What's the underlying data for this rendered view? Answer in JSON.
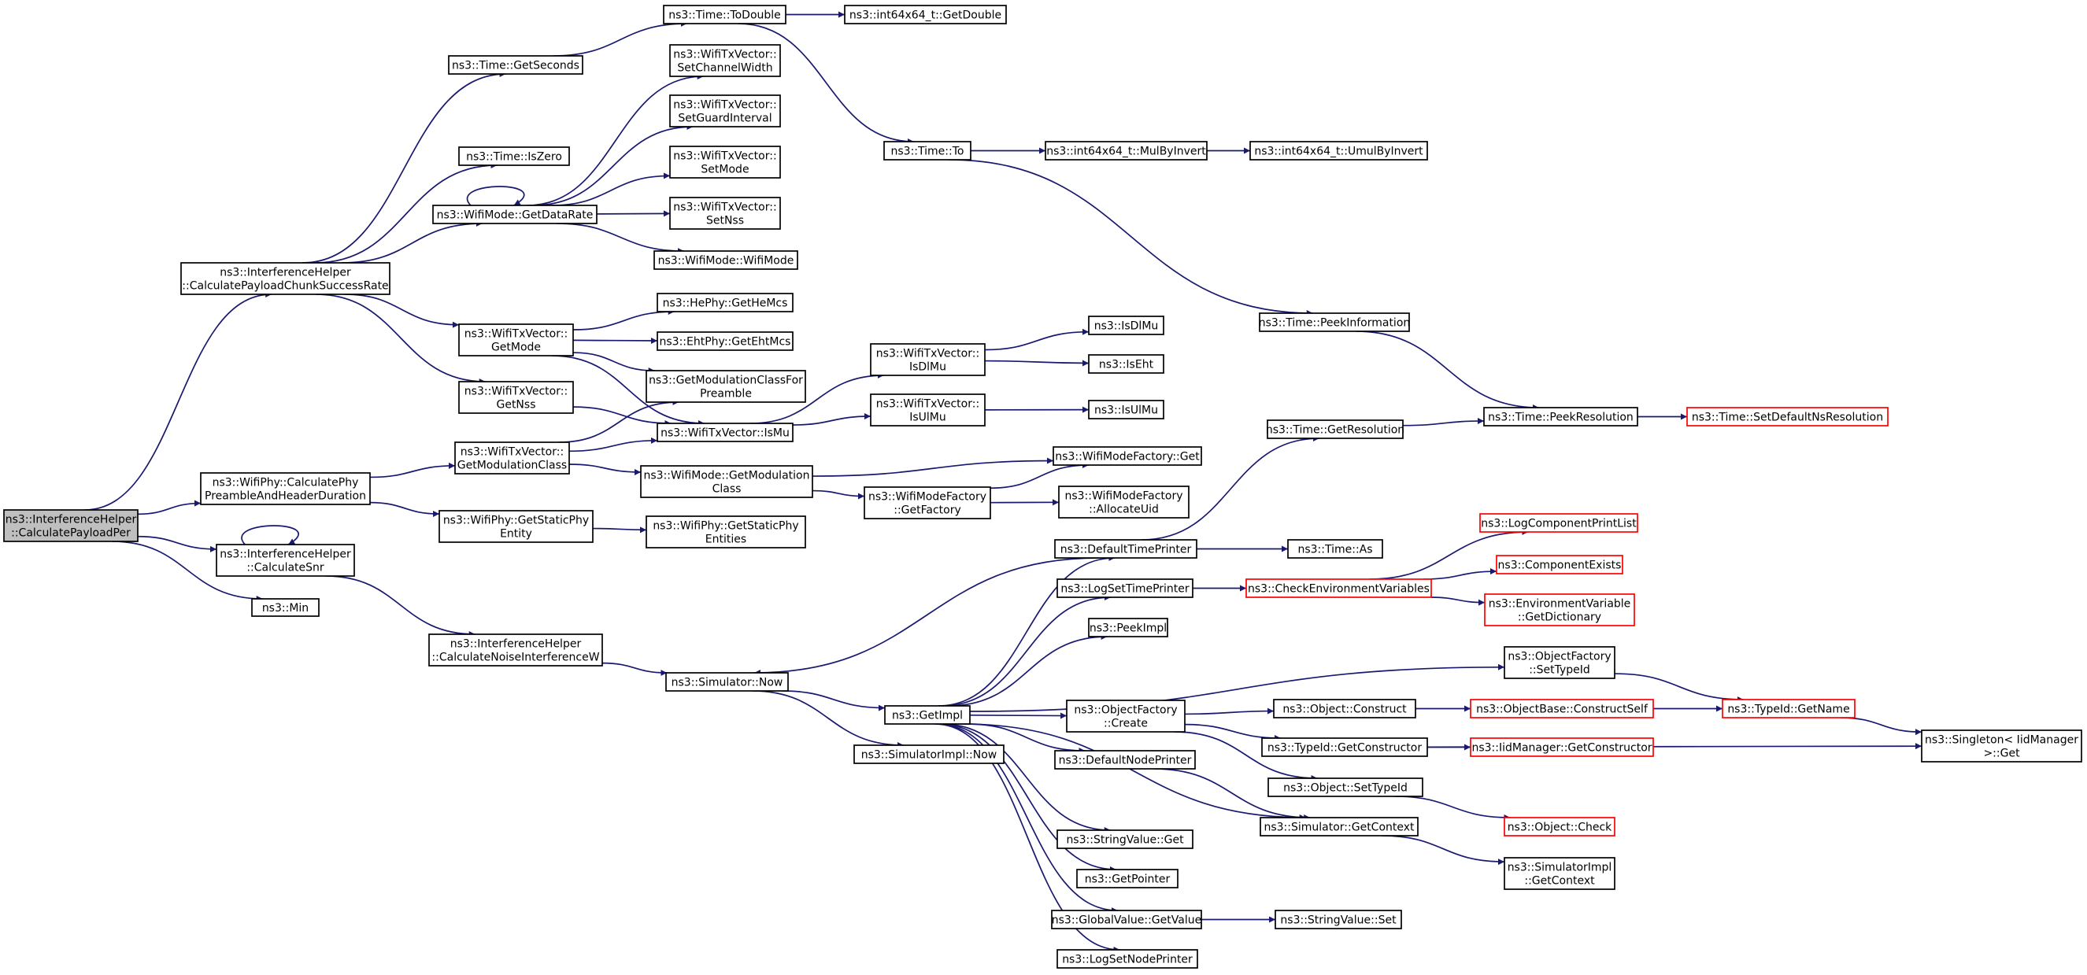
{
  "colors": {
    "edge": "#191970",
    "node_fill": "#ffffff",
    "node_border": "#000000",
    "root_fill": "#bfbfbf",
    "external_border": "#ff0000"
  },
  "nodes": [
    {
      "id": "root",
      "label": [
        "ns3::InterferenceHelper",
        "::CalculatePayloadPer"
      ],
      "kind": "root"
    },
    {
      "id": "chunk",
      "label": [
        "ns3::InterferenceHelper",
        "::CalculatePayloadChunkSuccessRate"
      ]
    },
    {
      "id": "phy",
      "label": [
        "ns3::WifiPhy::CalculatePhy",
        "PreambleAndHeaderDuration"
      ]
    },
    {
      "id": "snr",
      "label": [
        "ns3::InterferenceHelper",
        "::CalculateSnr"
      ]
    },
    {
      "id": "min",
      "label": [
        "ns3::Min"
      ]
    },
    {
      "id": "getseconds",
      "label": [
        "ns3::Time::GetSeconds"
      ]
    },
    {
      "id": "iszero",
      "label": [
        "ns3::Time::IsZero"
      ]
    },
    {
      "id": "datarate",
      "label": [
        "ns3::WifiMode::GetDataRate"
      ]
    },
    {
      "id": "getmode",
      "label": [
        "ns3::WifiTxVector::",
        "GetMode"
      ]
    },
    {
      "id": "getnss",
      "label": [
        "ns3::WifiTxVector::",
        "GetNss"
      ]
    },
    {
      "id": "getmodclass",
      "label": [
        "ns3::WifiTxVector::",
        "GetModulationClass"
      ]
    },
    {
      "id": "getstaticphy",
      "label": [
        "ns3::WifiPhy::GetStaticPhy",
        "Entity"
      ]
    },
    {
      "id": "noiseinterf",
      "label": [
        "ns3::InterferenceHelper",
        "::CalculateNoiseInterferenceW"
      ]
    },
    {
      "id": "todouble",
      "label": [
        "ns3::Time::ToDouble"
      ]
    },
    {
      "id": "setchw",
      "label": [
        "ns3::WifiTxVector::",
        "SetChannelWidth"
      ]
    },
    {
      "id": "setgi",
      "label": [
        "ns3::WifiTxVector::",
        "SetGuardInterval"
      ]
    },
    {
      "id": "setmode",
      "label": [
        "ns3::WifiTxVector::",
        "SetMode"
      ]
    },
    {
      "id": "setnss",
      "label": [
        "ns3::WifiTxVector::",
        "SetNss"
      ]
    },
    {
      "id": "wifimode",
      "label": [
        "ns3::WifiMode::WifiMode"
      ]
    },
    {
      "id": "hemcs",
      "label": [
        "ns3::HePhy::GetHeMcs"
      ]
    },
    {
      "id": "ehtmcs",
      "label": [
        "ns3::EhtPhy::GetEhtMcs"
      ]
    },
    {
      "id": "modclasspre",
      "label": [
        "ns3::GetModulationClassFor",
        "Preamble"
      ]
    },
    {
      "id": "ismu",
      "label": [
        "ns3::WifiTxVector::IsMu"
      ]
    },
    {
      "id": "modegetmod",
      "label": [
        "ns3::WifiMode::GetModulation",
        "Class"
      ]
    },
    {
      "id": "staticphyents",
      "label": [
        "ns3::WifiPhy::GetStaticPhy",
        "Entities"
      ]
    },
    {
      "id": "simnow",
      "label": [
        "ns3::Simulator::Now"
      ]
    },
    {
      "id": "int64getdouble",
      "label": [
        "ns3::int64x64_t::GetDouble"
      ]
    },
    {
      "id": "timeto",
      "label": [
        "ns3::Time::To"
      ]
    },
    {
      "id": "isdlmu",
      "label": [
        "ns3::WifiTxVector::",
        "IsDlMu"
      ]
    },
    {
      "id": "isulmu",
      "label": [
        "ns3::WifiTxVector::",
        "IsUlMu"
      ]
    },
    {
      "id": "factory",
      "label": [
        "ns3::WifiModeFactory",
        "::GetFactory"
      ]
    },
    {
      "id": "getimpl",
      "label": [
        "ns3::GetImpl"
      ]
    },
    {
      "id": "simimplnow",
      "label": [
        "ns3::SimulatorImpl::Now"
      ]
    },
    {
      "id": "mulbyinv",
      "label": [
        "ns3::int64x64_t::MulByInvert"
      ]
    },
    {
      "id": "umulbyinv",
      "label": [
        "ns3::int64x64_t::UmulByInvert"
      ]
    },
    {
      "id": "isdlmu2",
      "label": [
        "ns3::IsDlMu"
      ]
    },
    {
      "id": "iseht",
      "label": [
        "ns3::IsEht"
      ]
    },
    {
      "id": "isulmu2",
      "label": [
        "ns3::IsUlMu"
      ]
    },
    {
      "id": "factoryget",
      "label": [
        "ns3::WifiModeFactory::Get"
      ]
    },
    {
      "id": "alloc",
      "label": [
        "ns3::WifiModeFactory",
        "::AllocateUid"
      ]
    },
    {
      "id": "deftimeprinter",
      "label": [
        "ns3::DefaultTimePrinter"
      ]
    },
    {
      "id": "logsettime",
      "label": [
        "ns3::LogSetTimePrinter"
      ]
    },
    {
      "id": "peekimpl",
      "label": [
        "ns3::PeekImpl"
      ]
    },
    {
      "id": "objfactcreate",
      "label": [
        "ns3::ObjectFactory",
        "::Create"
      ]
    },
    {
      "id": "defnodeprinter",
      "label": [
        "ns3::DefaultNodePrinter"
      ]
    },
    {
      "id": "strvalget",
      "label": [
        "ns3::StringValue::Get"
      ]
    },
    {
      "id": "getpointer",
      "label": [
        "ns3::GetPointer"
      ]
    },
    {
      "id": "globalget",
      "label": [
        "ns3::GlobalValue::GetValue"
      ]
    },
    {
      "id": "logsetnode",
      "label": [
        "ns3::LogSetNodePrinter"
      ]
    },
    {
      "id": "peekinfo",
      "label": [
        "ns3::Time::PeekInformation"
      ]
    },
    {
      "id": "getres",
      "label": [
        "ns3::Time::GetResolution"
      ]
    },
    {
      "id": "timeas",
      "label": [
        "ns3::Time::As"
      ]
    },
    {
      "id": "checkenv",
      "label": [
        "ns3::CheckEnvironmentVariables"
      ],
      "kind": "ext"
    },
    {
      "id": "objconstruct",
      "label": [
        "ns3::Object::Construct"
      ]
    },
    {
      "id": "typeidgetctor",
      "label": [
        "ns3::TypeId::GetConstructor"
      ]
    },
    {
      "id": "objsettypeid",
      "label": [
        "ns3::Object::SetTypeId"
      ]
    },
    {
      "id": "simgetctx",
      "label": [
        "ns3::Simulator::GetContext"
      ]
    },
    {
      "id": "strvalset",
      "label": [
        "ns3::StringValue::Set"
      ]
    },
    {
      "id": "peekres",
      "label": [
        "ns3::Time::PeekResolution"
      ]
    },
    {
      "id": "logcompprint",
      "label": [
        "ns3::LogComponentPrintList"
      ],
      "kind": "ext"
    },
    {
      "id": "compexists",
      "label": [
        "ns3::ComponentExists"
      ],
      "kind": "ext"
    },
    {
      "id": "envvardict",
      "label": [
        "ns3::EnvironmentVariable",
        "::GetDictionary"
      ],
      "kind": "ext"
    },
    {
      "id": "objfactsettype",
      "label": [
        "ns3::ObjectFactory",
        "::SetTypeId"
      ]
    },
    {
      "id": "constructself",
      "label": [
        "ns3::ObjectBase::ConstructSelf"
      ],
      "kind": "ext"
    },
    {
      "id": "iidgetctor",
      "label": [
        "ns3::IidManager::GetConstructor"
      ],
      "kind": "ext"
    },
    {
      "id": "objcheck",
      "label": [
        "ns3::Object::Check"
      ],
      "kind": "ext"
    },
    {
      "id": "simimplctx",
      "label": [
        "ns3::SimulatorImpl",
        "::GetContext"
      ]
    },
    {
      "id": "setdefres",
      "label": [
        "ns3::Time::SetDefaultNsResolution"
      ],
      "kind": "ext"
    },
    {
      "id": "typeidgetname",
      "label": [
        "ns3::TypeId::GetName"
      ],
      "kind": "ext"
    },
    {
      "id": "singleton",
      "label": [
        "ns3::Singleton< IidManager",
        ">::Get"
      ]
    }
  ],
  "edges": [
    [
      "root",
      "chunk"
    ],
    [
      "root",
      "phy"
    ],
    [
      "root",
      "snr"
    ],
    [
      "root",
      "min"
    ],
    [
      "chunk",
      "getseconds"
    ],
    [
      "chunk",
      "iszero"
    ],
    [
      "chunk",
      "datarate"
    ],
    [
      "chunk",
      "getmode"
    ],
    [
      "chunk",
      "getnss"
    ],
    [
      "getseconds",
      "todouble"
    ],
    [
      "todouble",
      "int64getdouble"
    ],
    [
      "todouble",
      "timeto"
    ],
    [
      "timeto",
      "mulbyinv"
    ],
    [
      "timeto",
      "peekinfo"
    ],
    [
      "mulbyinv",
      "umulbyinv"
    ],
    [
      "datarate",
      "datarate"
    ],
    [
      "datarate",
      "setchw"
    ],
    [
      "datarate",
      "setgi"
    ],
    [
      "datarate",
      "setmode"
    ],
    [
      "datarate",
      "setnss"
    ],
    [
      "datarate",
      "wifimode"
    ],
    [
      "getmode",
      "hemcs"
    ],
    [
      "getmode",
      "ehtmcs"
    ],
    [
      "getmode",
      "modclasspre"
    ],
    [
      "getmode",
      "ismu"
    ],
    [
      "getnss",
      "ismu"
    ],
    [
      "phy",
      "getmodclass"
    ],
    [
      "phy",
      "getstaticphy"
    ],
    [
      "getmodclass",
      "modclasspre"
    ],
    [
      "getmodclass",
      "ismu"
    ],
    [
      "getmodclass",
      "modegetmod"
    ],
    [
      "getstaticphy",
      "staticphyents"
    ],
    [
      "ismu",
      "isdlmu"
    ],
    [
      "ismu",
      "isulmu"
    ],
    [
      "isdlmu",
      "isdlmu2"
    ],
    [
      "isdlmu",
      "iseht"
    ],
    [
      "isulmu",
      "isulmu2"
    ],
    [
      "modegetmod",
      "factoryget"
    ],
    [
      "modegetmod",
      "factory"
    ],
    [
      "factory",
      "factoryget"
    ],
    [
      "factory",
      "alloc"
    ],
    [
      "snr",
      "snr"
    ],
    [
      "snr",
      "noiseinterf"
    ],
    [
      "noiseinterf",
      "simnow"
    ],
    [
      "simnow",
      "getimpl"
    ],
    [
      "simnow",
      "simimplnow"
    ],
    [
      "getimpl",
      "deftimeprinter"
    ],
    [
      "getimpl",
      "logsettime"
    ],
    [
      "getimpl",
      "peekimpl"
    ],
    [
      "getimpl",
      "objfactsettype"
    ],
    [
      "getimpl",
      "objfactcreate"
    ],
    [
      "getimpl",
      "defnodeprinter"
    ],
    [
      "getimpl",
      "simgetctx"
    ],
    [
      "getimpl",
      "strvalget"
    ],
    [
      "getimpl",
      "getpointer"
    ],
    [
      "getimpl",
      "globalget"
    ],
    [
      "getimpl",
      "logsetnode"
    ],
    [
      "deftimeprinter",
      "simnow"
    ],
    [
      "deftimeprinter",
      "getres"
    ],
    [
      "deftimeprinter",
      "timeas"
    ],
    [
      "getres",
      "peekres"
    ],
    [
      "peekinfo",
      "peekres"
    ],
    [
      "peekres",
      "setdefres"
    ],
    [
      "logsettime",
      "checkenv"
    ],
    [
      "checkenv",
      "logcompprint"
    ],
    [
      "checkenv",
      "compexists"
    ],
    [
      "checkenv",
      "envvardict"
    ],
    [
      "objfactcreate",
      "objconstruct"
    ],
    [
      "objfactcreate",
      "typeidgetctor"
    ],
    [
      "objfactcreate",
      "objsettypeid"
    ],
    [
      "objconstruct",
      "constructself"
    ],
    [
      "constructself",
      "typeidgetname"
    ],
    [
      "objfactsettype",
      "typeidgetname"
    ],
    [
      "typeidgetname",
      "singleton"
    ],
    [
      "typeidgetctor",
      "iidgetctor"
    ],
    [
      "typeidgetctor",
      "singleton"
    ],
    [
      "objsettypeid",
      "objcheck"
    ],
    [
      "defnodeprinter",
      "simgetctx"
    ],
    [
      "simgetctx",
      "simimplctx"
    ],
    [
      "globalget",
      "strvalset"
    ]
  ]
}
